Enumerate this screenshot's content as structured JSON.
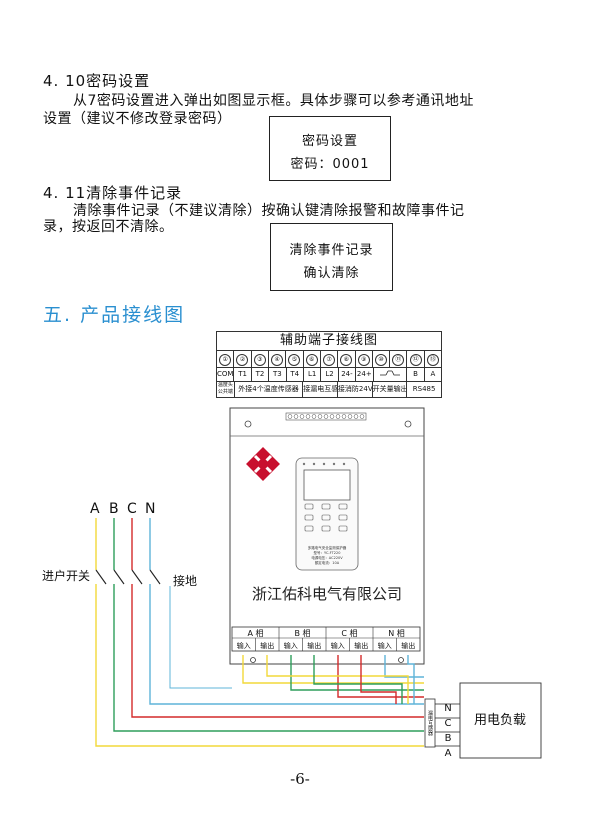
{
  "sec410": {
    "heading": "4. 10密码设置",
    "para_l1": "从7密码设置进入弹出如图显示框。具体步骤可以参考通讯地址",
    "para_l2": "设置（建议不修改登录密码）",
    "box_l1": "密码设置",
    "box_l2": "密码：0001"
  },
  "sec411": {
    "heading": "4. 11清除事件记录",
    "para_l1": "清除事件记录（不建议清除）按确认键清除报警和故障事件记",
    "para_l2": "录，按返回不清除。",
    "box_l1": "清除事件记录",
    "box_l2": "确认清除"
  },
  "sec5": {
    "heading": "五. 产品接线图"
  },
  "terminal_table": {
    "title": "辅助端子接线图",
    "numbers": [
      "①",
      "②",
      "③",
      "④",
      "⑤",
      "⑥",
      "⑦",
      "⑧",
      "⑨",
      "⑩",
      "⑪",
      "⑫",
      "⑬"
    ],
    "labels": [
      "COM",
      "T1",
      "T2",
      "T3",
      "T4",
      "L1",
      "L2",
      "24-",
      "24+",
      "",
      "B",
      "A"
    ],
    "groups": [
      "温度头公共端",
      "外接4个温度传感器",
      "接漏电互感器",
      "接消防24V",
      "开关量输出",
      "RS485"
    ]
  },
  "diagram": {
    "phase_labels_top": [
      "A",
      "B",
      "C",
      "N"
    ],
    "inlet_switch": "进户开关",
    "ground": "接地",
    "company": "浙江佑科电气有限公司",
    "phase_headers": [
      "A 相",
      "B 相",
      "C 相",
      "N 相"
    ],
    "io_labels": [
      "输入",
      "输出",
      "输入",
      "输出",
      "输入",
      "输出",
      "输入",
      "输出"
    ],
    "ct_label": "漏电互感器",
    "load": "用电负载",
    "load_terminals": [
      "N",
      "C",
      "B",
      "A"
    ],
    "device_panel_text": [
      "多路电气安全监测保护器",
      "型号：YC-FT220",
      "电源电压：AC220V",
      "额定电流：10A"
    ]
  },
  "colors": {
    "phaseA": "#f2d93a",
    "phaseB": "#2e9e5b",
    "phaseC": "#d42a2a",
    "phaseN": "#5fb4d8",
    "heading_blue": "#2a8fd0"
  },
  "page_number": "-6-"
}
